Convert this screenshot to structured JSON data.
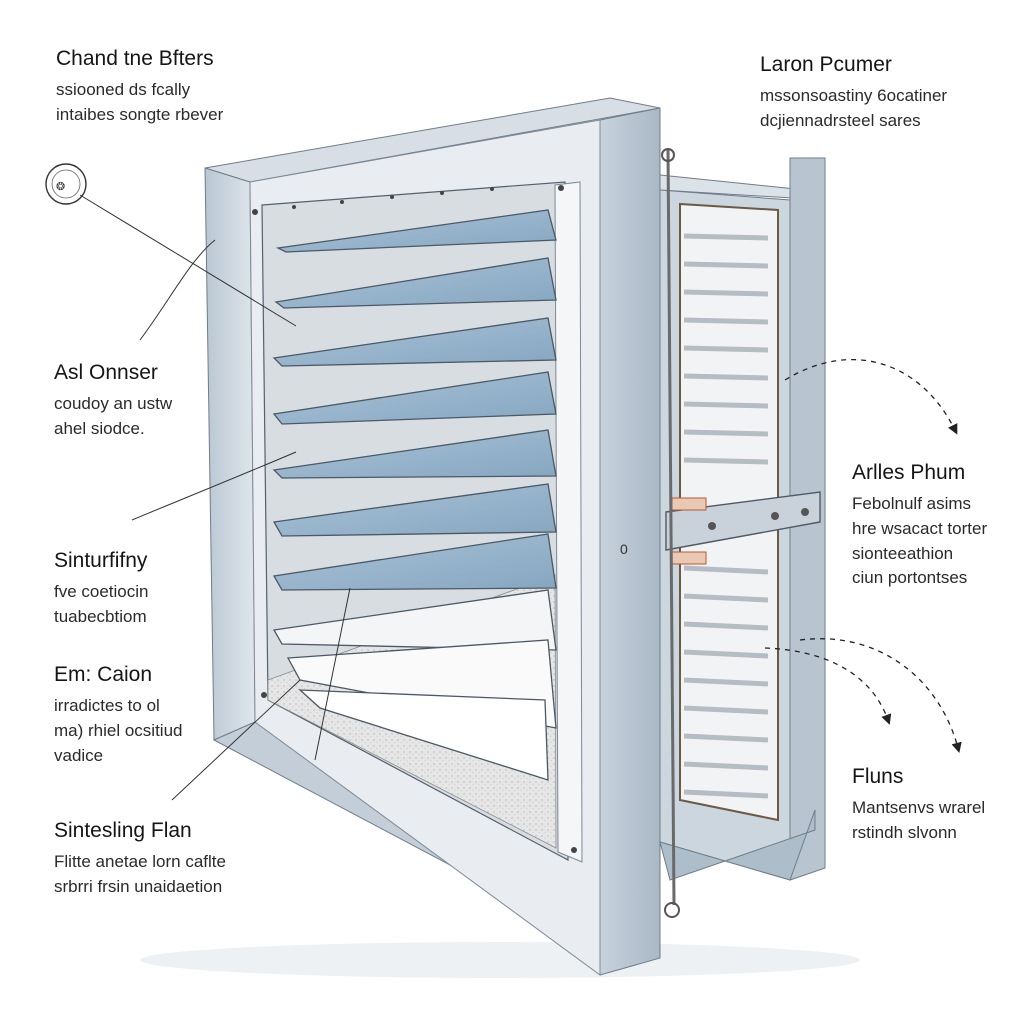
{
  "callouts": [
    {
      "title": "Chand tne Bfters",
      "lines": [
        "ssiooned ds fcally",
        "intaibes songte rbever"
      ]
    },
    {
      "title": "Laron Pcumer",
      "lines": [
        "mssonsoastiny 6ocatiner",
        "dcjiennadrsteel sares"
      ]
    },
    {
      "title": "Asl Onnser",
      "lines": [
        "coudoy  an ustw",
        "ahel siodce."
      ]
    },
    {
      "title": "Arlles Phum",
      "lines": [
        "Febolnulf asims",
        "hre wsacact torter",
        "sionteeathion",
        "ciun  portontses"
      ]
    },
    {
      "title": "Sinturfifny",
      "lines": [
        "fve coetiocin",
        "tuabecbtiom"
      ]
    },
    {
      "title": "Em: Caion",
      "lines": [
        "irradictes to ol",
        "ma) rhiel ocsitiud",
        "vadice"
      ]
    },
    {
      "title": "Fluns",
      "lines": [
        "Mantsenvs wrarel",
        "rstindh slvonn"
      ]
    },
    {
      "title": "Sintesling Flan",
      "lines": [
        "Flitte anetae lorn  caflte",
        "srbrri frsin unaidaetion"
      ]
    }
  ],
  "frame_marker": "0"
}
